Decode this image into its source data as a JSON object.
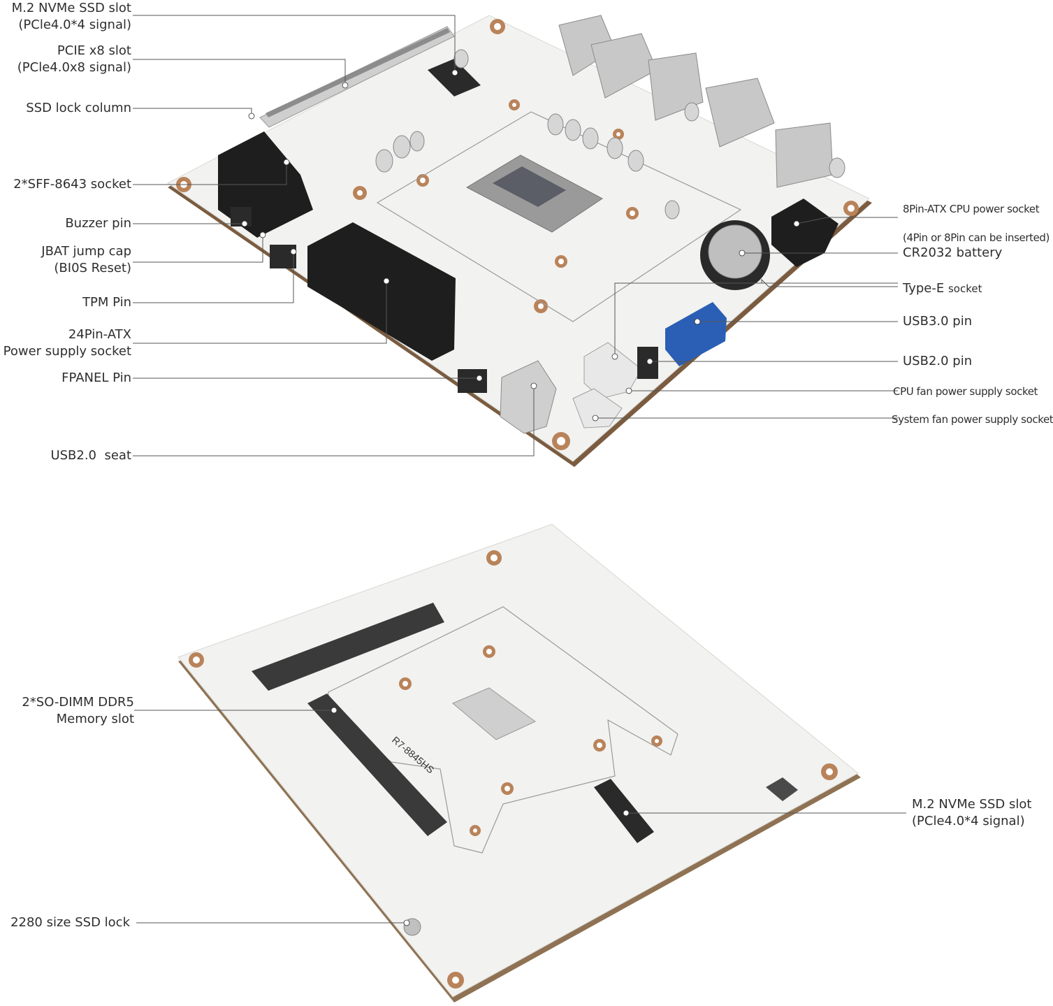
{
  "top_board": {
    "left_labels": [
      {
        "name": "m2-nvme-ssd-slot",
        "line1": "M.2 NVMe SSD slot",
        "line2": "(PCle4.0*4 signal)"
      },
      {
        "name": "pcie-x8-slot",
        "line1": "PCIE x8 slot",
        "line2": "(PCle4.0x8 signal)"
      },
      {
        "name": "ssd-lock-column",
        "line1": "SSD lock column"
      },
      {
        "name": "sff-8643-socket",
        "line1": "2*SFF-8643 socket"
      },
      {
        "name": "buzzer-pin",
        "line1": "Buzzer pin"
      },
      {
        "name": "jbat-jump-cap",
        "line1": "JBAT jump cap",
        "line2": "(BI0S Reset)"
      },
      {
        "name": "tpm-pin",
        "line1": "TPM Pin"
      },
      {
        "name": "atx-24pin",
        "line1": "24Pin-ATX",
        "line2": "Power supply socket"
      },
      {
        "name": "fpanel-pin",
        "line1": "FPANEL Pin"
      },
      {
        "name": "usb2-seat",
        "line1": "USB2.0  seat"
      }
    ],
    "right_labels": [
      {
        "name": "atx-8pin-cpu",
        "line1": "8Pin-ATX CPU power socket"
      },
      {
        "name": "atx-8pin-note",
        "line1": "(4Pin or 8Pin can be inserted)"
      },
      {
        "name": "cr2032-battery",
        "line1": "CR2032 battery"
      },
      {
        "name": "type-e-socket",
        "line1": "Type-E",
        "line1b": "socket"
      },
      {
        "name": "usb3-pin",
        "line1": "USB3.0 pin"
      },
      {
        "name": "usb2-pin",
        "line1": "USB2.0 pin"
      },
      {
        "name": "cpu-fan-socket",
        "line1": "CPU fan power supply socket"
      },
      {
        "name": "system-fan-socket",
        "line1": "System fan power supply socket"
      }
    ]
  },
  "bottom_board": {
    "labels": [
      {
        "name": "so-dimm-slot",
        "line1": "2*SO-DIMM DDR5",
        "line2": "Memory slot"
      },
      {
        "name": "ssd-lock-2280",
        "line1": "2280 size SSD lock"
      },
      {
        "name": "m2-nvme-ssd-slot-bottom",
        "line1": "M.2 NVMe SSD slot",
        "line2": "(PCle4.0*4 signal)"
      }
    ],
    "silkscreen": "R7-8845HS"
  },
  "colors": {
    "board": "#f2f2f0",
    "board_edge": "#8a6a4a",
    "copper_ring": "#b9835a",
    "leader_line": "#555555",
    "usb3_header": "#2a5fb5",
    "connector_black": "#1e1e1e"
  }
}
